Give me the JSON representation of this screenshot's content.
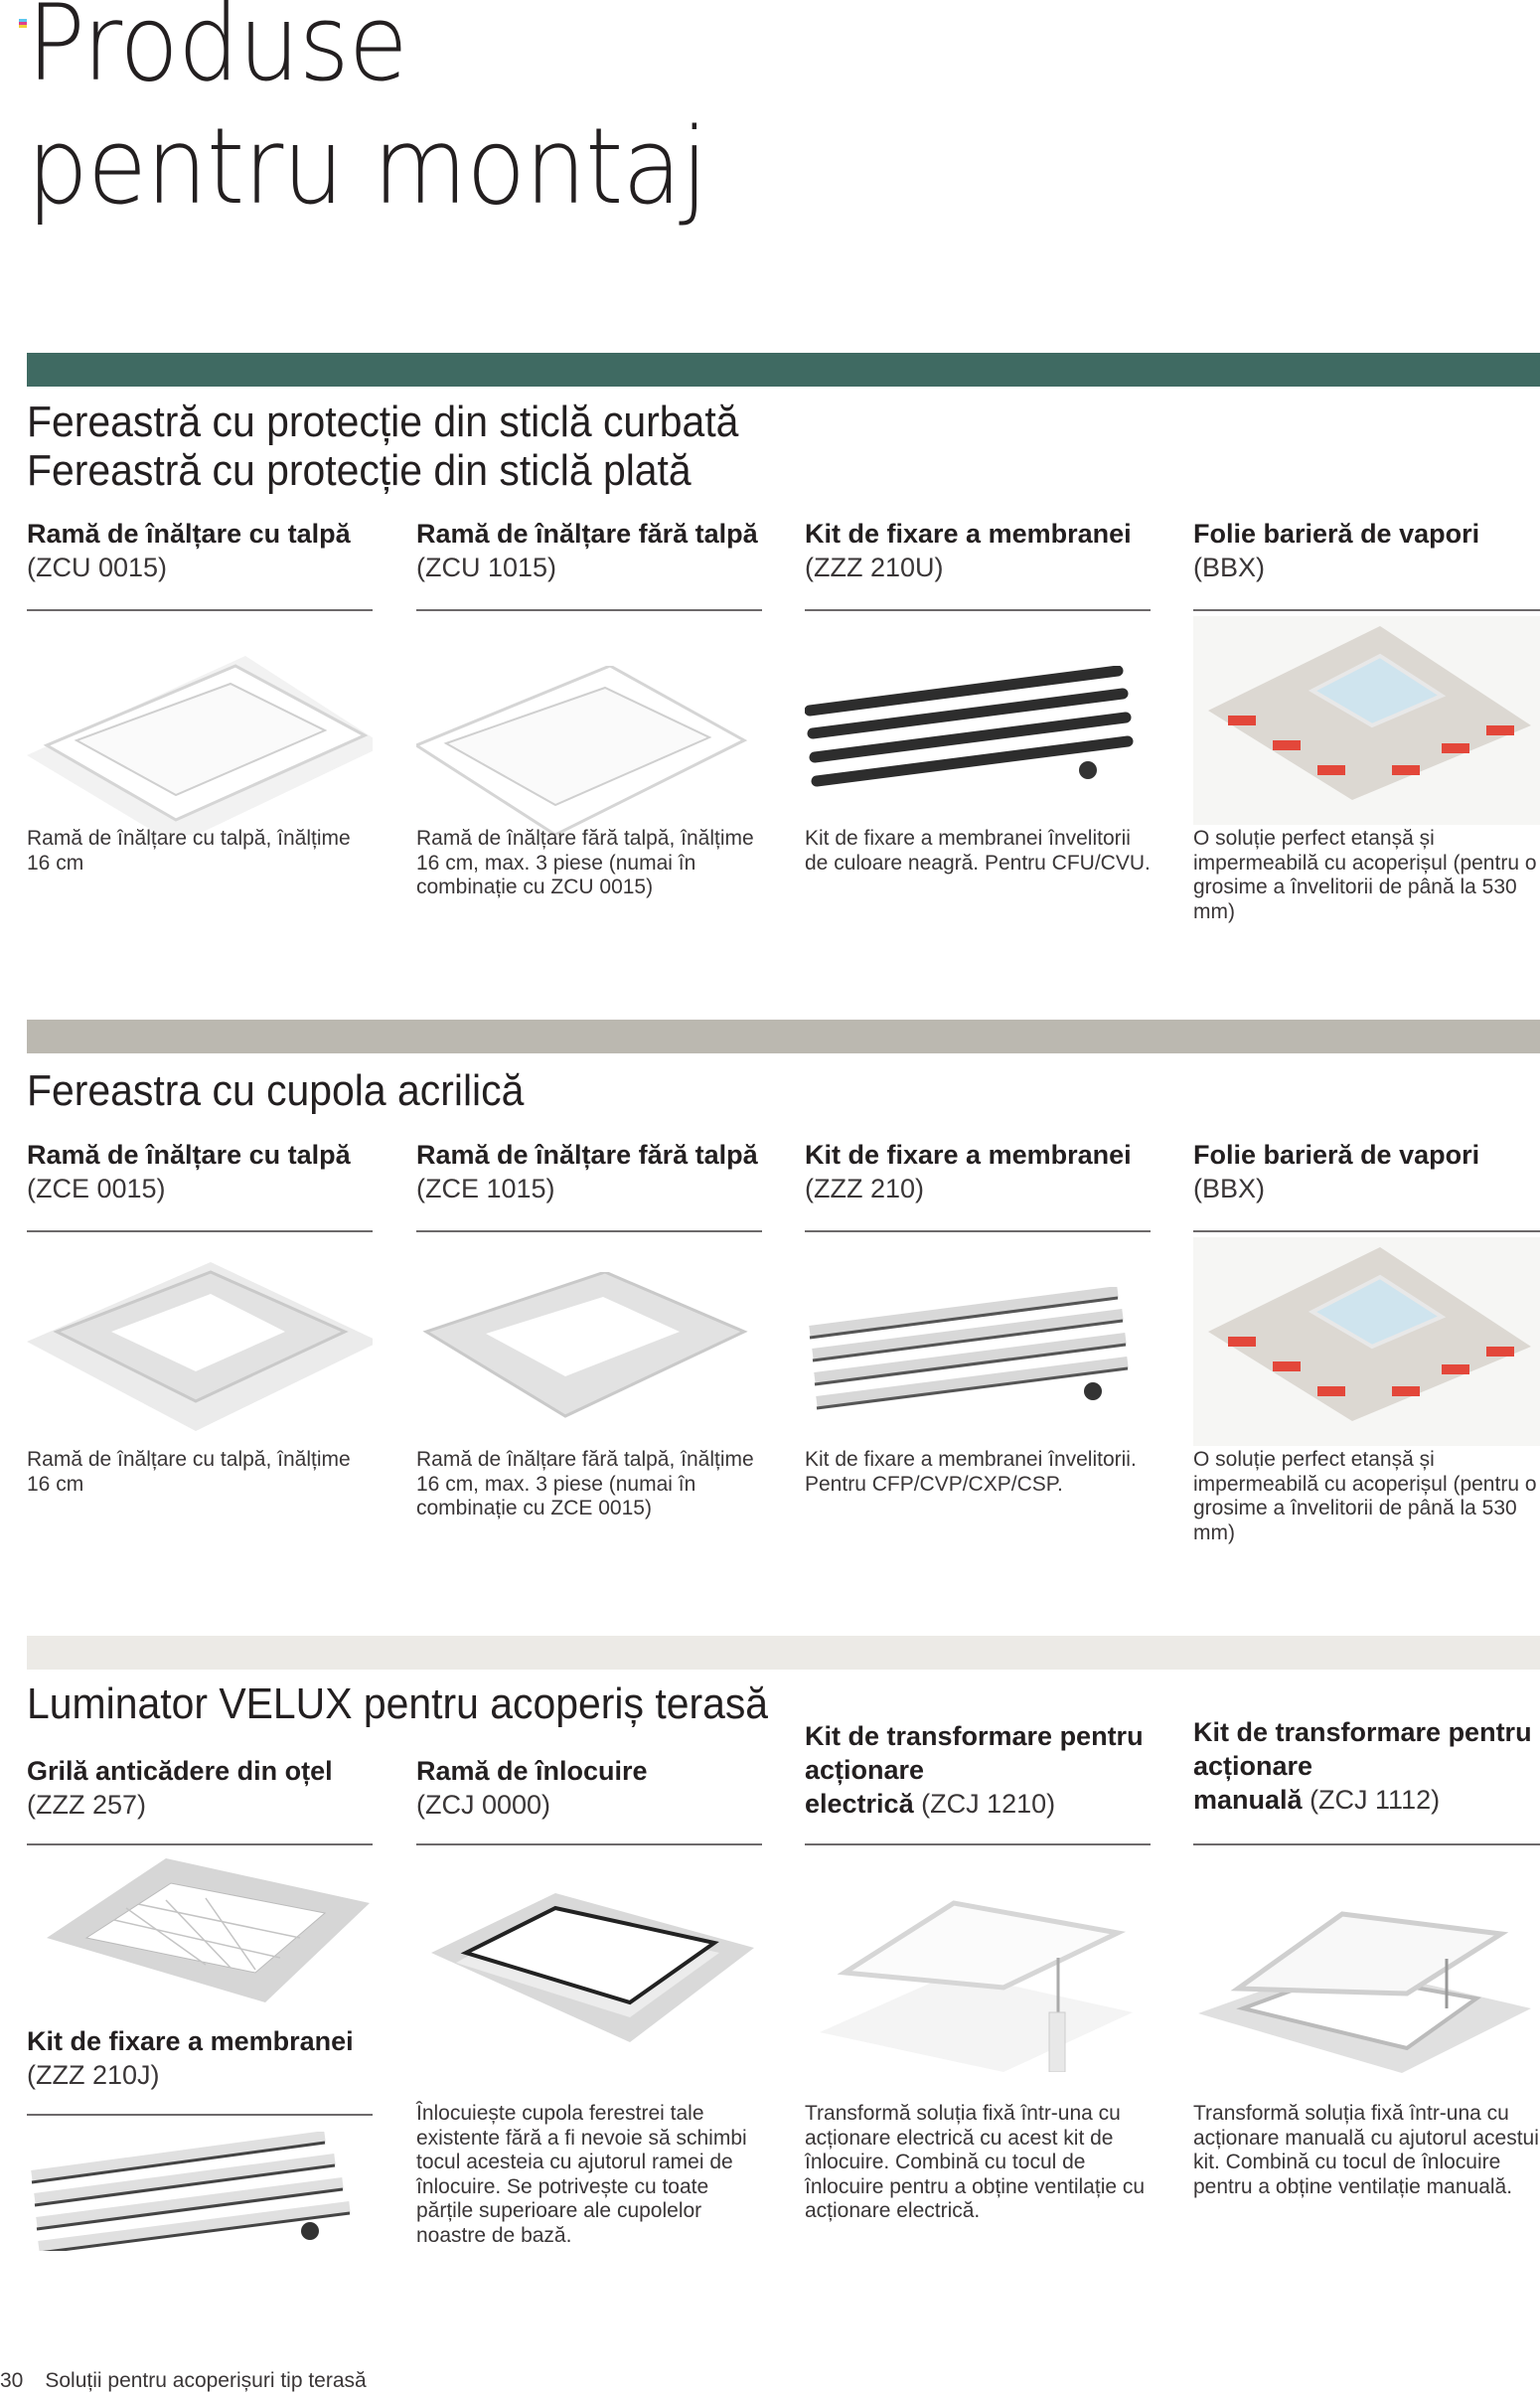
{
  "page": {
    "title_line1": "Produse",
    "title_line2": "pentru montaj",
    "registration_mark_colors": [
      "#5bc8ef",
      "#e0408a",
      "#f2d23a",
      "#111111"
    ]
  },
  "sections": [
    {
      "bar_color": "#3f6a62",
      "title_line1": "Fereastră cu protecție din sticlă curbată",
      "title_line2": "Fereastră cu protecție din sticlă plată",
      "products": [
        {
          "name": "Ramă de înălțare cu talpă",
          "code": "(ZCU 0015)",
          "image": "upstand-frame-with-flange-icon",
          "description": "Ramă de înălțare cu talpă, înălțime 16 cm"
        },
        {
          "name": "Ramă de înălțare fără talpă",
          "code": "(ZCU 1015)",
          "image": "upstand-frame-without-flange-icon",
          "description": "Ramă de înălțare fără talpă, înălțime 16 cm, max. 3 piese (numai în combinație cu ZCU 0015)"
        },
        {
          "name": "Kit de fixare a membranei",
          "code": "(ZZZ 210U)",
          "image": "black-membrane-strips-icon",
          "description": "Kit de fixare a membranei învelitorii de culoare neagră. Pentru CFU/CVU."
        },
        {
          "name": "Folie barieră de vapori",
          "code": "(BBX)",
          "image": "vapour-barrier-icon",
          "description": "O soluție perfect etanșă și impermeabilă cu acoperișul (pentru o grosime a învelitorii de până la 530 mm)"
        }
      ]
    },
    {
      "bar_color": "#bbb8b0",
      "title_line1": "Fereastra cu cupola acrilică",
      "products": [
        {
          "name": "Ramă de înălțare cu talpă",
          "code": "(ZCE 0015)",
          "image": "upstand-frame-with-flange-icon",
          "description": "Ramă de înălțare cu talpă, înălțime 16 cm"
        },
        {
          "name": "Ramă de înălțare fără talpă",
          "code": "(ZCE 1015)",
          "image": "upstand-frame-without-flange-icon",
          "description": "Ramă de înălțare fără talpă, înălțime 16 cm, max. 3 piese (numai în combinație cu ZCE 0015)"
        },
        {
          "name": "Kit de fixare a membranei",
          "code": "(ZZZ 210)",
          "image": "grey-membrane-strips-icon",
          "description": "Kit de fixare a membranei învelitorii. Pentru CFP/CVP/CXP/CSP."
        },
        {
          "name": "Folie barieră de vapori",
          "code": "(BBX)",
          "image": "vapour-barrier-icon",
          "description": "O soluție perfect etanșă și impermeabilă cu acoperișul (pentru o grosime a învelitorii de până la 530 mm)"
        }
      ]
    },
    {
      "bar_color": "#eceae6",
      "title_line1": "Luminator VELUX pentru acoperiș terasă",
      "products": [
        {
          "name": "Grilă anticădere din oțel",
          "code": "(ZZZ 257)",
          "image": "steel-safety-grille-icon",
          "description": ""
        },
        {
          "name": "Ramă de înlocuire",
          "code": "(ZCJ 0000)",
          "image": "replacement-frame-icon",
          "description": "Înlocuiește cupola ferestrei tale existente fără a fi nevoie să schimbi tocul acesteia cu ajutorul ramei de înlocuire. Se potrivește cu toate părțile superioare ale cupolelor noastre de bază."
        },
        {
          "name": "Kit de transformare pentru acționare electrică",
          "name_bold": "Kit de transformare pentru acționare",
          "name_bold2": "electrică",
          "code": "(ZCJ 1210)",
          "image": "electric-conversion-kit-icon",
          "description": "Transformă soluția fixă într-una cu acționare electrică cu acest kit de înlocuire. Combină cu tocul de înlocuire pentru a obține ventilație cu acționare electrică."
        },
        {
          "name": "Kit de transformare pentru acționare manuală",
          "name_bold": "Kit de transformare pentru acționare",
          "name_bold2": "manuală",
          "code": "(ZCJ 1112)",
          "image": "manual-conversion-kit-icon",
          "description": "Transformă soluția fixă într-una cu acționare manuală cu ajutorul acestui kit. Combină cu tocul de înlocuire pentru a obține ventilație manuală."
        }
      ],
      "extra_product": {
        "name": "Kit de fixare a membranei",
        "code": "(ZZZ 210J)",
        "image": "membrane-fixing-kit-icon"
      }
    }
  ],
  "footer": {
    "page_number": "30",
    "text": "Soluții pentru acoperișuri tip terasă"
  }
}
